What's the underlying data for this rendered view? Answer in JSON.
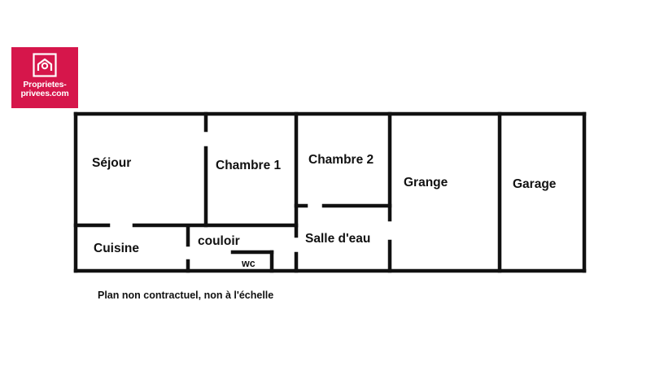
{
  "logo": {
    "line1": "Proprietes-",
    "line2": "privees.com",
    "brand_color": "#d6164b"
  },
  "rooms": {
    "sejour": "Séjour",
    "chambre1": "Chambre 1",
    "chambre2": "Chambre 2",
    "grange": "Grange",
    "garage": "Garage",
    "cuisine": "Cuisine",
    "couloir": "couloir",
    "wc": "wc",
    "salle_deau": "Salle d'eau"
  },
  "note": "Plan non contractuel, non à l'échelle",
  "colors": {
    "wall": "#111111",
    "background": "#ffffff"
  }
}
